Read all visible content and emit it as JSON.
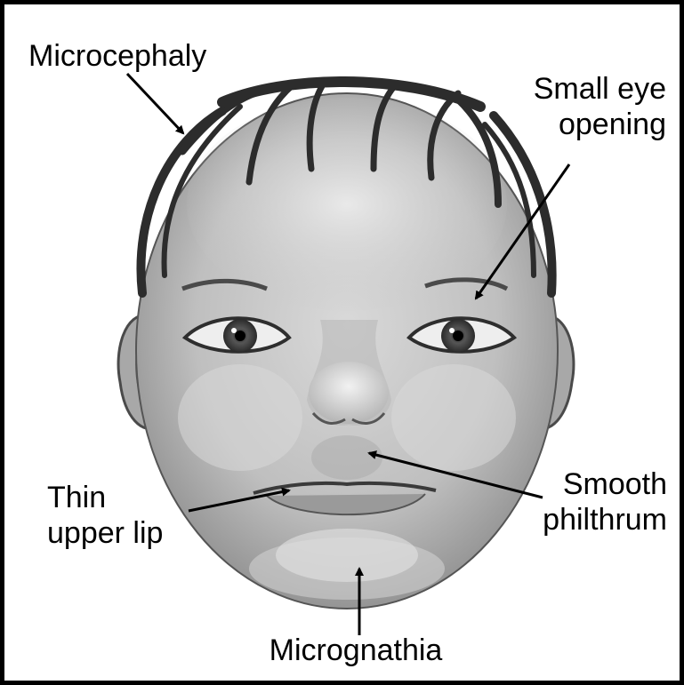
{
  "labels": {
    "microcephaly": "Microcephaly",
    "small_eye_line1": "Small eye",
    "small_eye_line2": "opening",
    "thin_lip_line1": "Thin",
    "thin_lip_line2": "upper lip",
    "smooth_line1": "Smooth",
    "smooth_line2": "philthrum",
    "micrognathia": "Micrognathia"
  },
  "colors": {
    "frame": "#000000",
    "skin_light": "#e6e6e6",
    "skin_mid": "#bdbdbd",
    "shade": "#8c8c8c",
    "hair": "#3a3a3a",
    "text": "#000000"
  }
}
